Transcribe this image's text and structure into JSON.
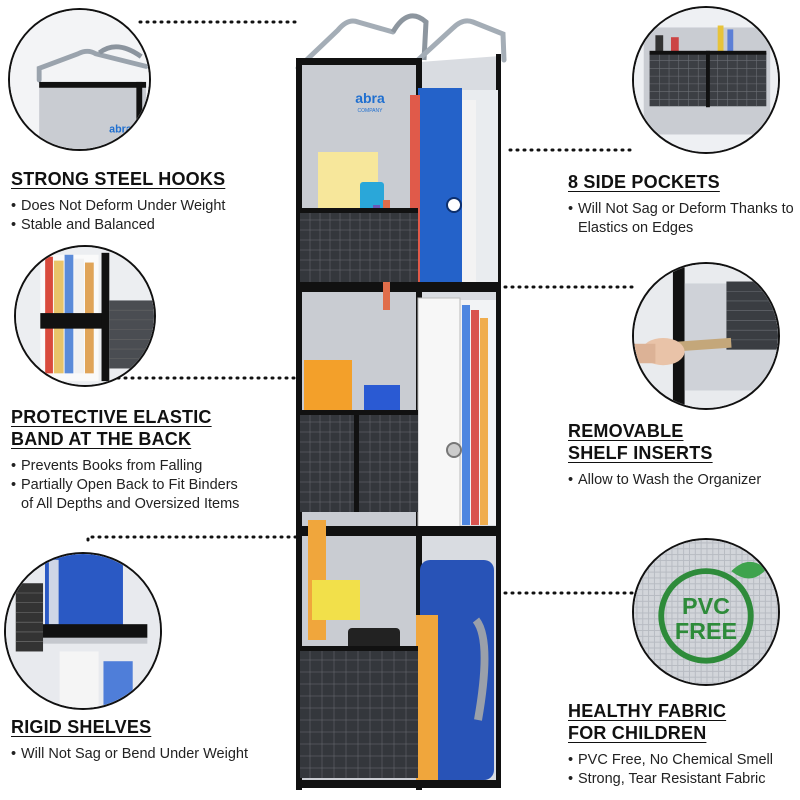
{
  "brand": {
    "logo": "abra",
    "sub": "COMPANY"
  },
  "features": {
    "hooks": {
      "title": "STRONG STEEL HOOKS",
      "bullets": [
        "Does Not Deform Under Weight",
        "Stable and Balanced"
      ]
    },
    "elastic": {
      "title": "PROTECTIVE ELASTIC\nBAND AT THE BACK",
      "bullets": [
        "Prevents Books from Falling",
        "Partially Open Back to Fit Binders of All Depths and Oversized Items"
      ]
    },
    "shelves": {
      "title": "RIGID SHELVES",
      "bullets": [
        "Will Not Sag or Bend Under Weight"
      ]
    },
    "pockets": {
      "title": "8 SIDE POCKETS",
      "bullets": [
        "Will Not Sag or Deform Thanks to Elastics on Edges"
      ]
    },
    "inserts": {
      "title": "REMOVABLE\nSHELF INSERTS",
      "bullets": [
        "Allow to Wash the Organizer"
      ]
    },
    "fabric": {
      "title": "HEALTHY FABRIC\nFOR CHILDREN",
      "bullets": [
        "PVC Free, No Chemical Smell",
        "Strong, Tear Resistant Fabric"
      ]
    }
  },
  "badge": {
    "line1": "PVC",
    "line2": "FREE"
  },
  "colors": {
    "frame": "#111111",
    "fabric": "#c9ccd2",
    "mesh": "#3a3a3a",
    "accent_green": "#2e8b3a",
    "binder_blue": "#1f5fbf"
  }
}
